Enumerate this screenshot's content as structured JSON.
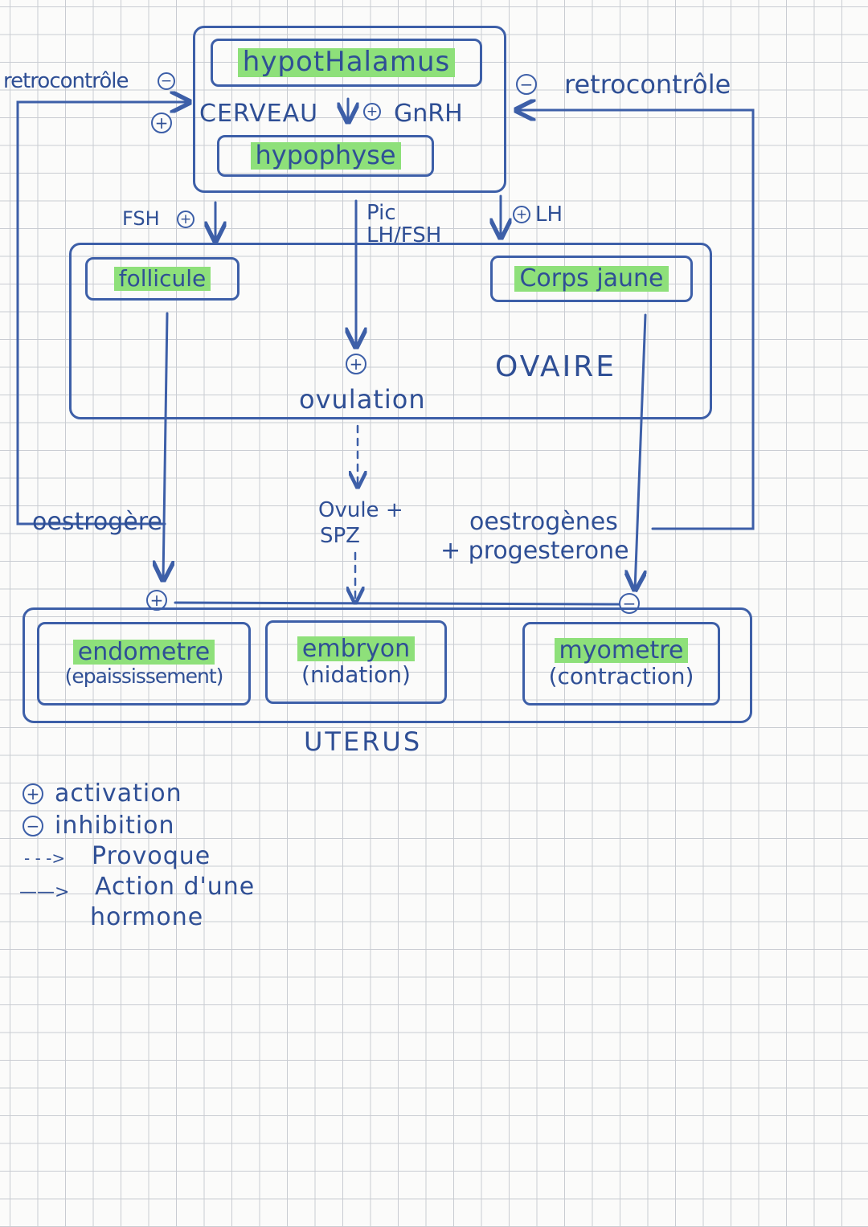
{
  "brain": {
    "hypothalamus": "hypotHalamus",
    "label": "CERVEAU",
    "gnrh": "GnRH",
    "hypophysis": "hypophyse"
  },
  "feedback": {
    "left": "retrocontrôle",
    "right": "retrocontrôle",
    "left_sign": "−",
    "left_plus": "+",
    "right_sign": "−"
  },
  "hormones": {
    "fsh": "FSH",
    "pic_line1": "Pic",
    "pic_line2": "LH/FSH",
    "lh": "LH"
  },
  "ovary": {
    "label": "OVAIRE",
    "follicle": "follicule",
    "corpus_luteum": "Corps jaune",
    "ovulation": "ovulation"
  },
  "links": {
    "oestrogen": "oestrogère",
    "ovule_line1": "Ovule +",
    "ovule_line2": "SPZ",
    "oestrogens_line1": "oestrogènes",
    "oestrogens_line2": "+ progesterone"
  },
  "uterus": {
    "label": "UTERUS",
    "endometrium": "endometre",
    "endometrium_note": "(epaississement)",
    "embryo": "embryon",
    "embryo_note": "(nidation)",
    "myometrium": "myometre",
    "myometrium_note": "(contraction)"
  },
  "signs": {
    "plus": "+",
    "minus": "−"
  },
  "legend": {
    "activation": "activation",
    "inhibition": "inhibition",
    "dashed_arrow": "- - ->",
    "provoque": "Provoque",
    "solid_arrow": "——>",
    "action_line1": "Action d'une",
    "action_line2": "hormone"
  },
  "colors": {
    "ink": "#3d5fa8",
    "highlight": "#8ee07a",
    "grid": "#c9ccd2"
  }
}
